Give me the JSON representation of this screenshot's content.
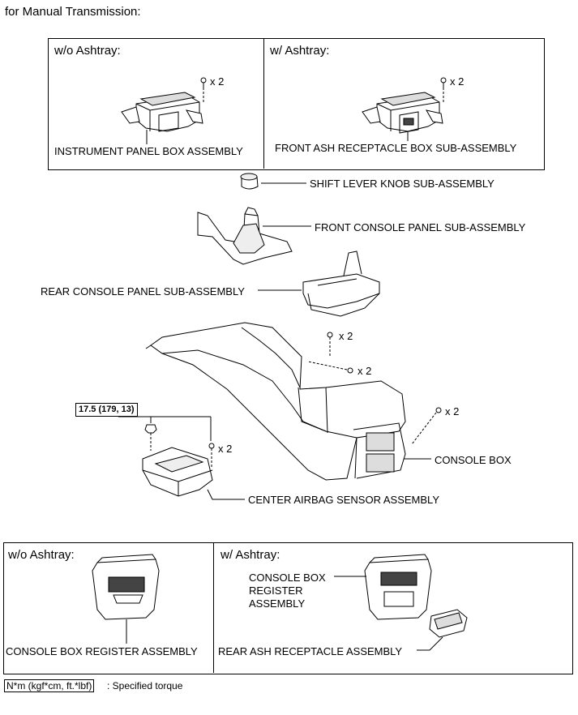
{
  "header": {
    "title": "for Manual Transmission:"
  },
  "top_panel": {
    "left_heading": "w/o Ashtray:",
    "right_heading": "w/ Ashtray:",
    "left_qty": "x 2",
    "right_qty": "x 2",
    "left_part": "INSTRUMENT PANEL BOX ASSEMBLY",
    "right_part": "FRONT ASH RECEPTACLE BOX SUB-ASSEMBLY"
  },
  "main": {
    "shift_knob": "SHIFT LEVER KNOB SUB-ASSEMBLY",
    "front_console_panel": "FRONT CONSOLE PANEL SUB-ASSEMBLY",
    "rear_console_panel": "REAR CONSOLE PANEL SUB-ASSEMBLY",
    "qty_1": "x 2",
    "qty_2": "x 2",
    "qty_3": "x 2",
    "qty_4": "x 2",
    "torque": "17.5 (179, 13)",
    "console_box": "CONSOLE BOX",
    "airbag_sensor": "CENTER AIRBAG SENSOR ASSEMBLY"
  },
  "bottom_panel": {
    "left_heading": "w/o Ashtray:",
    "right_heading": "w/ Ashtray:",
    "left_part": "CONSOLE BOX REGISTER ASSEMBLY",
    "right_part_line1": "CONSOLE BOX",
    "right_part_line2": "REGISTER",
    "right_part_line3": "ASSEMBLY",
    "rear_ash": "REAR ASH RECEPTACLE ASSEMBLY"
  },
  "legend": {
    "unit": "N*m (kgf*cm, ft.*lbf)",
    "desc": ": Specified torque"
  }
}
